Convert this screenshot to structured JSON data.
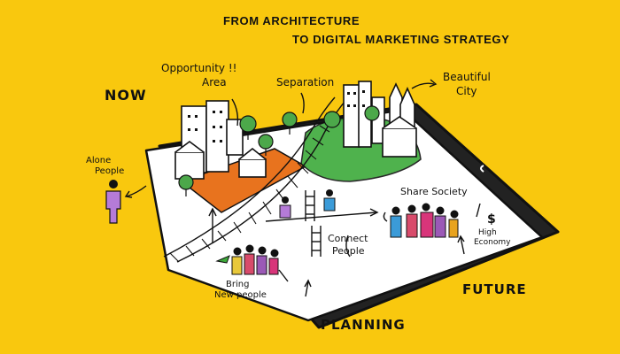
{
  "title": {
    "line1": "FROM ARCHITECTURE",
    "line2": "TO DIGITAL MARKETING STRATEGY"
  },
  "labels": {
    "now": "NOW",
    "opportunity_area_line1": "Opportunity !!",
    "opportunity_area_line2": "Area",
    "separation": "Separation",
    "beautiful_city_line1": "Beautiful",
    "beautiful_city_line2": "City",
    "alone_people_line1": "Alone",
    "alone_people_line2": "People",
    "share_society": "Share Society",
    "connect_people_line1": "Connect",
    "connect_people_line2": "People",
    "high_economy_symbol": "$",
    "high_economy_line1": "High",
    "high_economy_line2": "Economy",
    "bring_new_people_line1": "Bring",
    "bring_new_people_line2": "New people",
    "future": "FUTURE",
    "planning": "PLANNING"
  },
  "colors": {
    "background": "#F9C80E",
    "ink": "#111111",
    "orange_area": "#E8731E",
    "green_area": "#3DAA3A",
    "tree": "#4CA84A",
    "buildings": "#FFFFFF",
    "person_purple": "#B57BD8"
  }
}
